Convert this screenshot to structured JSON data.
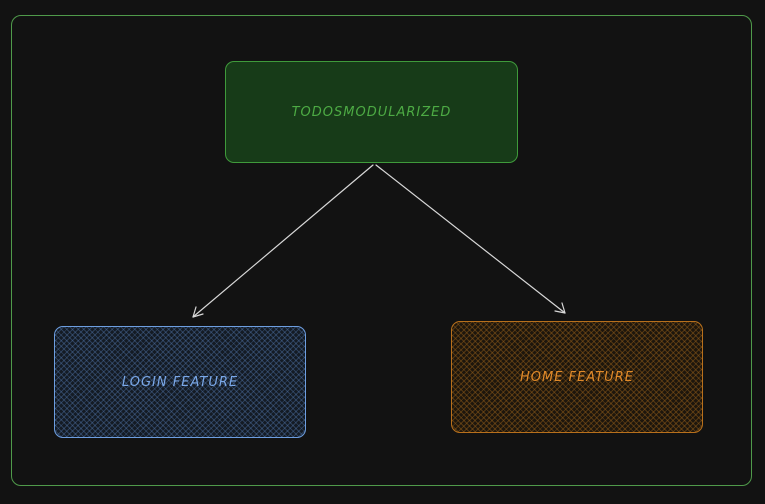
{
  "diagram": {
    "nodes": {
      "root": {
        "label": "TODOSMODULARIZED"
      },
      "login": {
        "label": "LOGIN FEATURE"
      },
      "home": {
        "label": "HOME FEATURE"
      }
    },
    "edges": [
      {
        "from": "TODOSMODULARIZED",
        "to": "LOGIN FEATURE"
      },
      {
        "from": "TODOSMODULARIZED",
        "to": "HOME FEATURE"
      }
    ]
  },
  "colors": {
    "background": "#121212",
    "frame": "#4f9a4a",
    "root_fill": "#173b18",
    "root_text": "#4dab44",
    "login_stroke": "#6d9ee0",
    "home_stroke": "#b8701c",
    "edge": "#d8d8d8"
  }
}
